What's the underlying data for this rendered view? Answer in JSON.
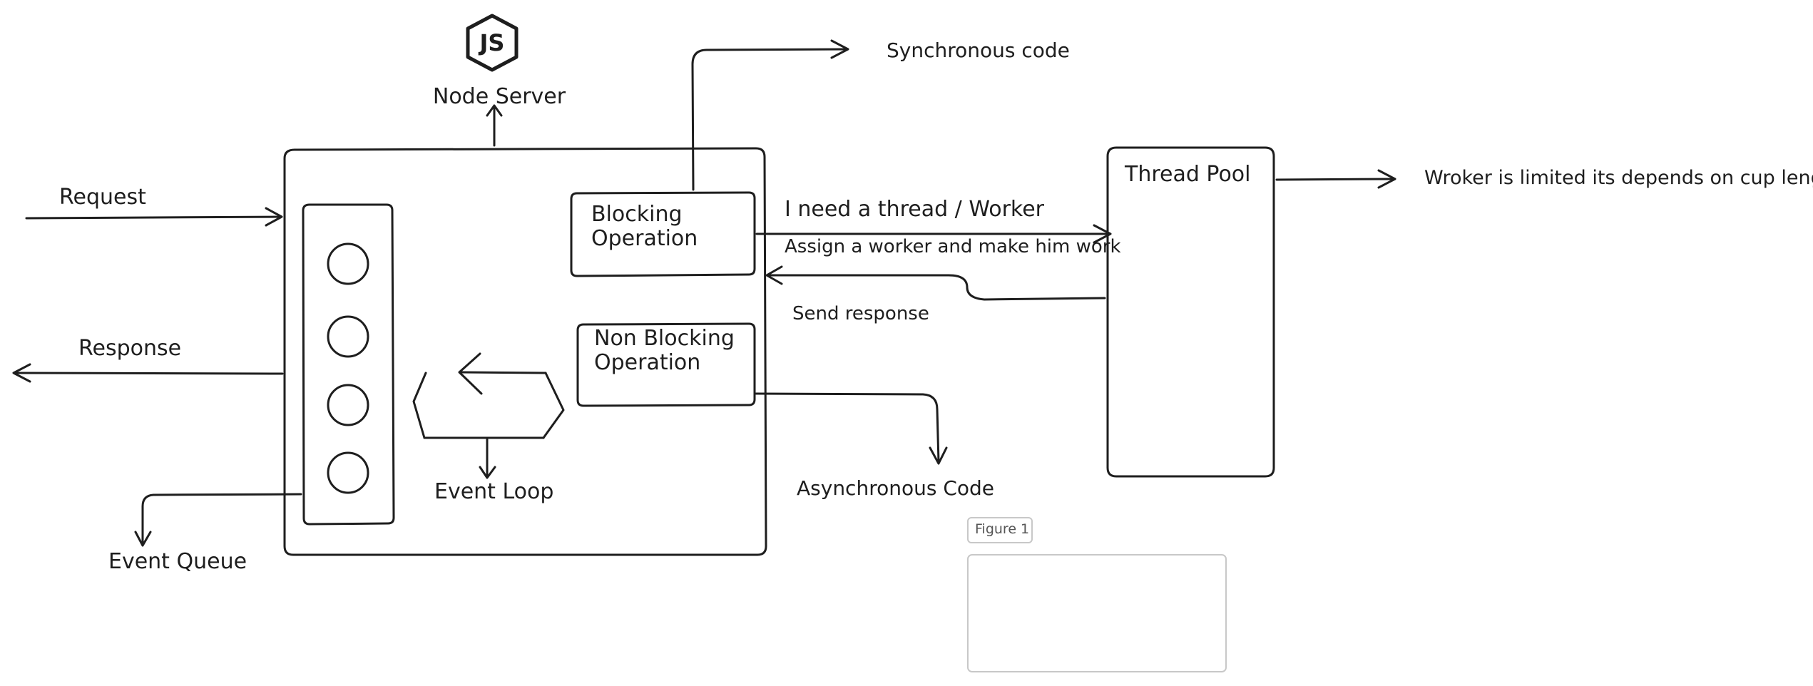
{
  "diagram": {
    "logo": {
      "icon": "nodejs-hexagon-icon",
      "text": "JS"
    },
    "labels": {
      "node_server": "Node Server",
      "synchronous_code": "Synchronous code",
      "request": "Request",
      "response": "Response",
      "event_queue": "Event Queue",
      "event_loop": "Event Loop",
      "blocking_line1": "Blocking",
      "blocking_line2": "Operation",
      "non_blocking_line1": "Non Blocking",
      "non_blocking_line2": "Operation",
      "need_thread": "I need a thread / Worker",
      "assign_worker": "Assign a worker and make him work",
      "send_response": "Send response",
      "asynchronous_code": "Asynchronous Code",
      "thread_pool": "Thread Pool",
      "worker_limit": "Wroker is limited its depends on cup length"
    },
    "frame": {
      "tag": "Figure 1"
    },
    "colors": {
      "ink": "#1e1e1e",
      "frame_border": "#c8c8c8",
      "background": "#ffffff"
    }
  }
}
